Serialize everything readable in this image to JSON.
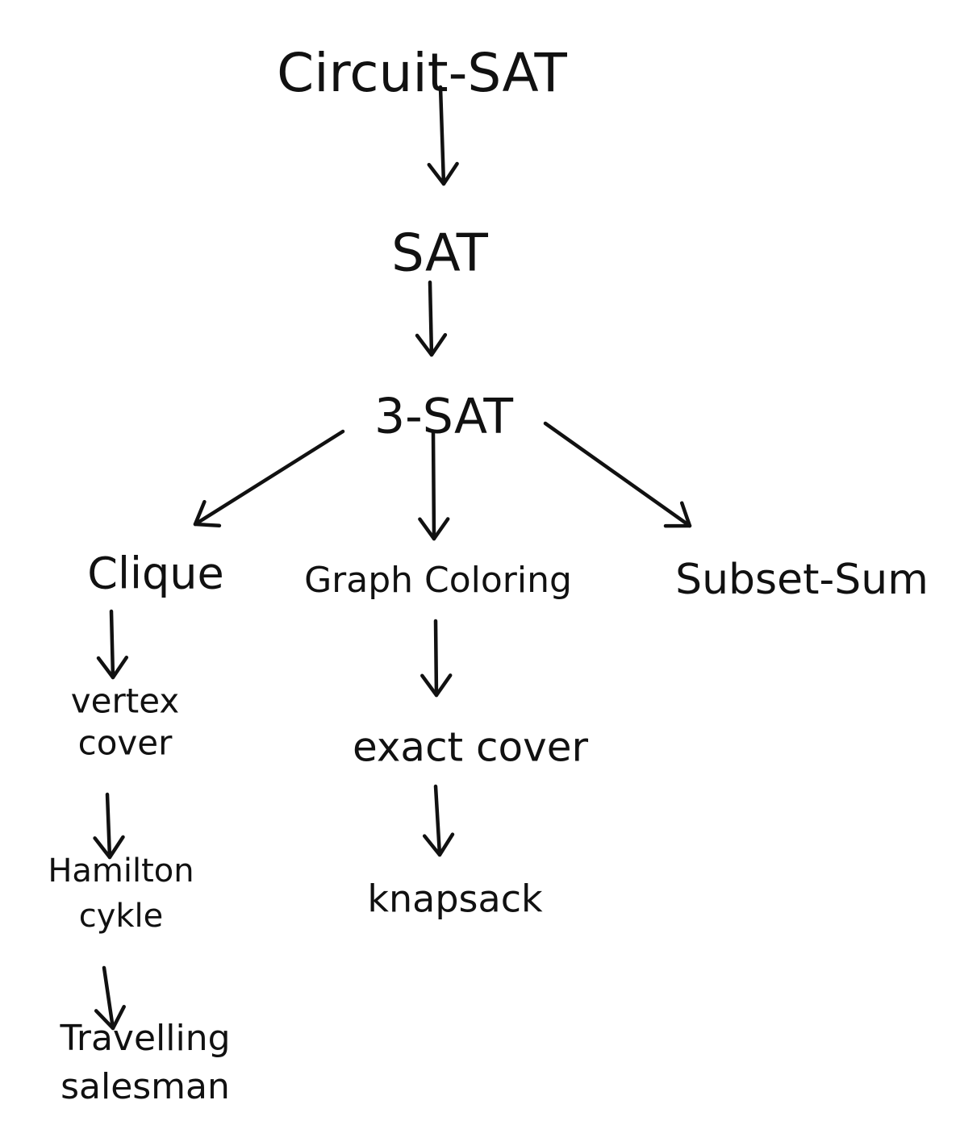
{
  "nodes": [
    {
      "id": "circuit-sat",
      "lines": [
        "Circuit-SAT"
      ]
    },
    {
      "id": "sat",
      "lines": [
        "SAT"
      ]
    },
    {
      "id": "3-sat",
      "lines": [
        "3-SAT"
      ]
    },
    {
      "id": "clique",
      "lines": [
        "Clique"
      ]
    },
    {
      "id": "graph-coloring",
      "lines": [
        "Graph Coloring"
      ]
    },
    {
      "id": "subset-sum",
      "lines": [
        "Subset-Sum"
      ]
    },
    {
      "id": "vertex-cover",
      "lines": [
        "vertex",
        "cover"
      ]
    },
    {
      "id": "exact-cover",
      "lines": [
        "exact cover"
      ]
    },
    {
      "id": "hamilton-cykle",
      "lines": [
        "Hamilton",
        "cykle"
      ]
    },
    {
      "id": "knapsack",
      "lines": [
        "knapsack"
      ]
    },
    {
      "id": "travelling-salesman",
      "lines": [
        "Travelling",
        "salesman"
      ]
    }
  ],
  "edges": [
    {
      "from": "circuit-sat",
      "to": "sat"
    },
    {
      "from": "sat",
      "to": "3-sat"
    },
    {
      "from": "3-sat",
      "to": "clique"
    },
    {
      "from": "3-sat",
      "to": "graph-coloring"
    },
    {
      "from": "3-sat",
      "to": "subset-sum"
    },
    {
      "from": "clique",
      "to": "vertex-cover"
    },
    {
      "from": "graph-coloring",
      "to": "exact-cover"
    },
    {
      "from": "vertex-cover",
      "to": "hamilton-cykle"
    },
    {
      "from": "exact-cover",
      "to": "knapsack"
    },
    {
      "from": "hamilton-cykle",
      "to": "travelling-salesman"
    }
  ],
  "colors": {
    "ink": "#111111",
    "background": "#ffffff"
  }
}
